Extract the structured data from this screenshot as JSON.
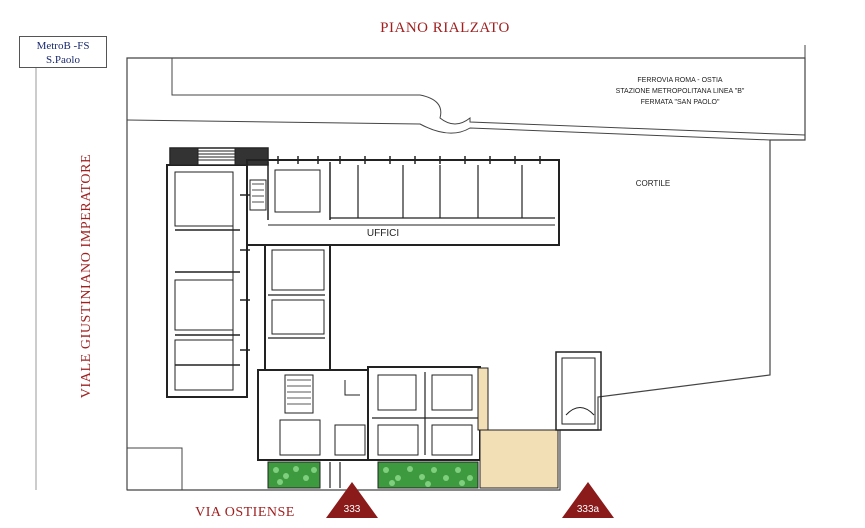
{
  "title": "PIANO RIALZATO",
  "metro_box": {
    "line1": "MetroB -FS",
    "line2": "S.Paolo"
  },
  "streets": {
    "left": "VIALE GIUSTINIANO IMPERATORE",
    "bottom": "VIA OSTIENSE"
  },
  "railway_note": {
    "line1": "FERROVIA ROMA - OSTIA",
    "line2": "STAZIONE METROPOLITANA LINEA \"B\"",
    "line3": "FERMATA \"SAN PAOLO\""
  },
  "labels": {
    "courtyard": "CORTILE",
    "offices": "UFFICI"
  },
  "markers": [
    {
      "label": "333"
    },
    {
      "label": "333a"
    }
  ],
  "colors": {
    "title_red": "#a02020",
    "marker_red": "#8b1a1a",
    "green_area": "#3e9a3e",
    "sand_area": "#f2dfb6",
    "wall": "#222222"
  }
}
